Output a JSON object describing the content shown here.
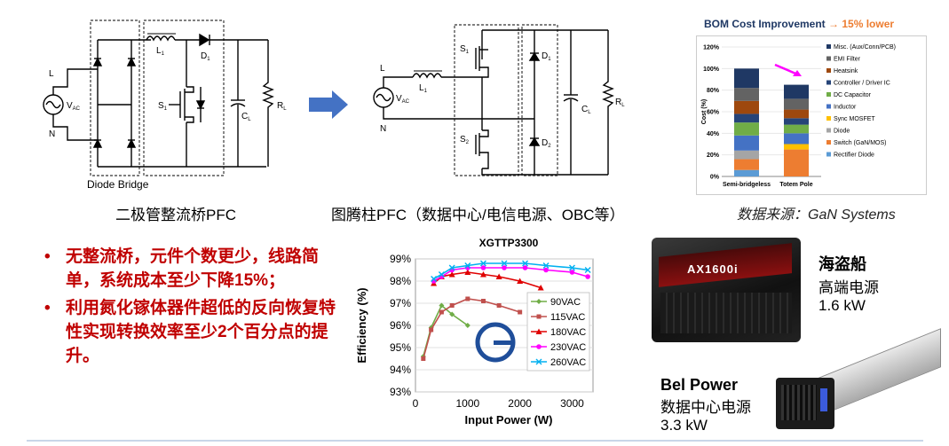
{
  "bridge_diagram": {
    "caption": "二极管整流桥PFC",
    "box_label": "Diode Bridge",
    "labels": {
      "line": "L",
      "neutral": "N",
      "source": "V",
      "source_sub": "AC",
      "inductor": "L",
      "inductor_sub": "1",
      "diode": "D",
      "diode_sub": "1",
      "switch": "S",
      "switch_sub": "1",
      "cap": "C",
      "cap_sub": "L",
      "load": "R",
      "load_sub": "L"
    }
  },
  "totem_diagram": {
    "caption": "图腾柱PFC（数据中心/电信电源、OBC等）",
    "labels": {
      "line": "L",
      "neutral": "N",
      "source": "V",
      "source_sub": "AC",
      "inductor": "L",
      "inductor_sub": "1",
      "s1": "S",
      "s1_sub": "1",
      "s2": "S",
      "s2_sub": "2",
      "d1": "D",
      "d1_sub": "1",
      "d2": "D",
      "d2_sub": "2",
      "cap": "C",
      "cap_sub": "L",
      "load": "R",
      "load_sub": "L"
    }
  },
  "bom_chart": {
    "title_left": "BOM Cost Improvement ",
    "title_arrow": "→ 15% lower",
    "source_note": "数据来源：GaN Systems"
  },
  "bullets": [
    {
      "text": "无整流桥，元件个数更少，线路简单，系统成本至少下降15%；"
    },
    {
      "text": "利用氮化镓体器件超低的反向恢复特性实现转换效率至少2个百分点的提升。"
    }
  ],
  "products": {
    "corsair": {
      "title": "海盗船",
      "line1": "高端电源",
      "line2": "1.6 kW",
      "badge": "AX1600i"
    },
    "bel": {
      "title": "Bel Power",
      "line1": "数据中心电源",
      "line2": "3.3 kW"
    }
  },
  "chart_data": [
    {
      "type": "bar",
      "title": "BOM Cost Improvement → 15% lower",
      "categories": [
        "Semi-bridgeless",
        "Totem Pole"
      ],
      "ylabel": "Cost (%)",
      "ylim": [
        0,
        120
      ],
      "yticks": [
        "0%",
        "20%",
        "40%",
        "60%",
        "80%",
        "100%",
        "120%"
      ],
      "stacked": true,
      "legend_placement": "right",
      "series": [
        {
          "name": "Rectifier Diode",
          "color": "#5b9bd5",
          "values": [
            6,
            0
          ]
        },
        {
          "name": "Switch (GaN/MOS)",
          "color": "#ed7d31",
          "values": [
            10,
            25
          ]
        },
        {
          "name": "Diode",
          "color": "#a5a5a5",
          "values": [
            8,
            0
          ]
        },
        {
          "name": "Sync MOSFET",
          "color": "#ffc000",
          "values": [
            0,
            5
          ]
        },
        {
          "name": "Inductor",
          "color": "#4472c4",
          "values": [
            14,
            10
          ]
        },
        {
          "name": "DC Capacitor",
          "color": "#70ad47",
          "values": [
            12,
            8
          ]
        },
        {
          "name": "Controller / Driver IC",
          "color": "#264478",
          "values": [
            8,
            6
          ]
        },
        {
          "name": "Heatsink",
          "color": "#9e480e",
          "values": [
            12,
            8
          ]
        },
        {
          "name": "EMI Filter",
          "color": "#636363",
          "values": [
            12,
            10
          ]
        },
        {
          "name": "Misc. (Aux/Conn/PCB)",
          "color": "#1f3864",
          "values": [
            18,
            13
          ]
        }
      ]
    },
    {
      "type": "line",
      "title": "XGTTP3300",
      "xlabel": "Input  Power (W)",
      "ylabel": "Efficiency (%)",
      "xlim": [
        0,
        3400
      ],
      "ylim": [
        93,
        99
      ],
      "xticks": [
        "0",
        "1000",
        "2000",
        "3000"
      ],
      "yticks": [
        "93%",
        "94%",
        "95%",
        "96%",
        "97%",
        "98%",
        "99%"
      ],
      "grid": true,
      "legend_placement": "center-right",
      "series": [
        {
          "name": "90VAC",
          "color": "#70ad47",
          "marker": "diamond",
          "x": [
            150,
            300,
            500,
            700,
            1000
          ],
          "y": [
            94.6,
            95.9,
            96.9,
            96.5,
            96.0
          ]
        },
        {
          "name": "115VAC",
          "color": "#c0504d",
          "marker": "square",
          "x": [
            150,
            300,
            500,
            700,
            1000,
            1300,
            1600,
            2000
          ],
          "y": [
            94.5,
            95.8,
            96.6,
            96.9,
            97.2,
            97.1,
            96.9,
            96.6
          ]
        },
        {
          "name": "180VAC",
          "color": "#e00000",
          "marker": "triangle",
          "x": [
            350,
            500,
            700,
            1000,
            1300,
            1600,
            2000,
            2400
          ],
          "y": [
            97.9,
            98.2,
            98.3,
            98.4,
            98.3,
            98.2,
            98.0,
            97.7
          ]
        },
        {
          "name": "230VAC",
          "color": "#ff00ff",
          "marker": "circle",
          "x": [
            350,
            500,
            700,
            1000,
            1300,
            1700,
            2100,
            2500,
            3000,
            3300
          ],
          "y": [
            98.0,
            98.2,
            98.5,
            98.6,
            98.6,
            98.6,
            98.6,
            98.5,
            98.4,
            98.2
          ]
        },
        {
          "name": "260VAC",
          "color": "#00b0f0",
          "marker": "x",
          "x": [
            350,
            500,
            700,
            1000,
            1300,
            1700,
            2100,
            2500,
            3000,
            3300
          ],
          "y": [
            98.1,
            98.3,
            98.6,
            98.7,
            98.8,
            98.8,
            98.8,
            98.7,
            98.6,
            98.5
          ]
        }
      ]
    }
  ]
}
